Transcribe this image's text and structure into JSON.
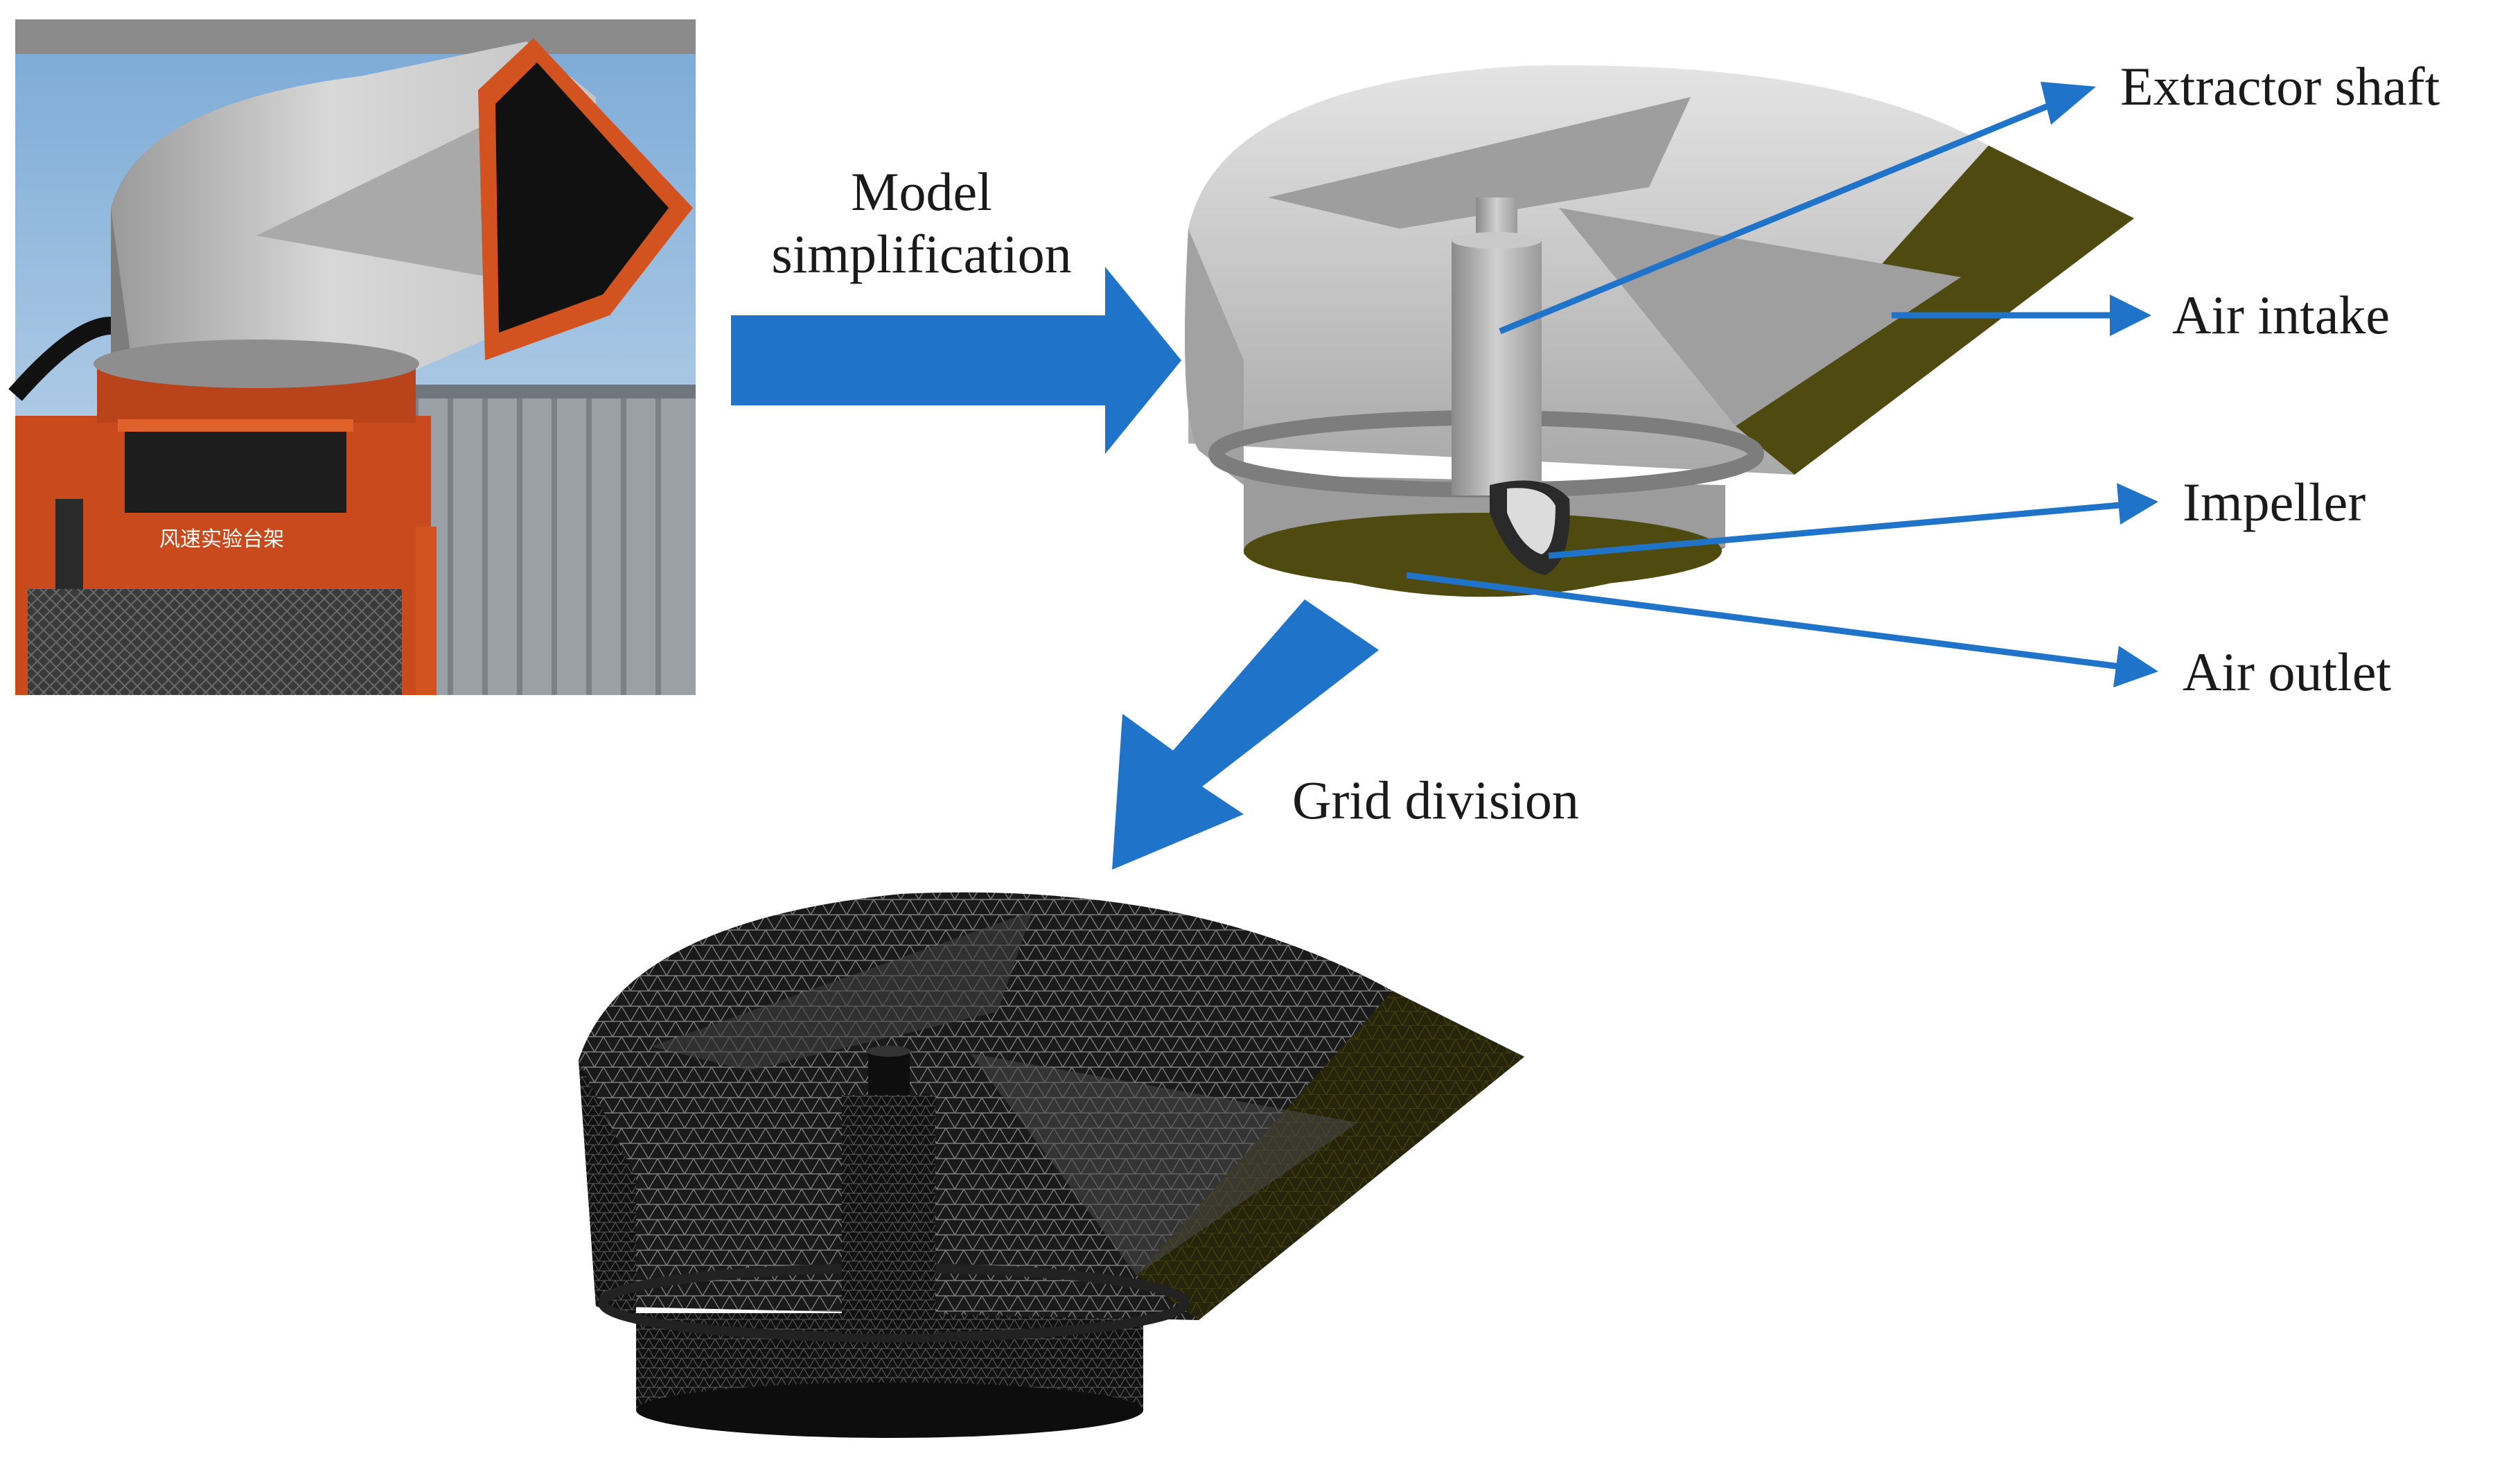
{
  "figure": {
    "photo_sign_text": "风速实验台架",
    "steps": {
      "simplification": [
        "Model",
        "simplification"
      ],
      "meshing": "Grid division"
    },
    "parts": {
      "shaft": "Extractor  shaft",
      "intake": "Air intake",
      "impeller": "Impeller",
      "outlet": "Air outlet"
    }
  },
  "colors": {
    "arrow_blue": "#1f73c8",
    "model_grey": "#b9b9b9",
    "intake_olive": "#4f4a10",
    "photo_orange": "#d2531f",
    "mesh_dark": "#111111"
  },
  "icons": [
    "right-arrow-icon",
    "down-left-arrow-icon"
  ]
}
